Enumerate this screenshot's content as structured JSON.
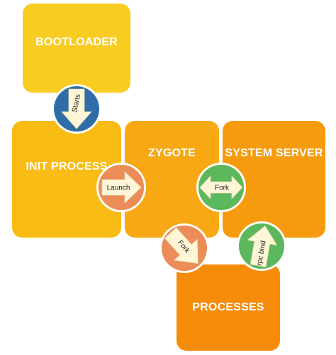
{
  "nodes": {
    "bootloader": {
      "label": "BOOTLOADER",
      "color": "#F9CC22"
    },
    "init_process": {
      "label": "INIT PROCESS",
      "color": "#F9BC14"
    },
    "zygote": {
      "label": "ZYGOTE",
      "color": "#F7A812"
    },
    "system_server": {
      "label": "SYSTEM SERVER",
      "color": "#F79B0E"
    },
    "processes": {
      "label": "PROCESSES",
      "color": "#F78C0A"
    }
  },
  "connectors": {
    "starts": {
      "label": "Starts",
      "color": "#2F6DA8",
      "icon": "arrow-down-icon"
    },
    "launch": {
      "label": "Launch",
      "color": "#EC8C58",
      "icon": "arrow-right-icon"
    },
    "fork_horizontal": {
      "label": "Fork",
      "color": "#5CB85C",
      "icon": "double-arrow-horizontal-icon"
    },
    "fork_down": {
      "label": "Fork",
      "color": "#EC8C58",
      "icon": "arrow-down-right-icon"
    },
    "rpc_bind": {
      "label": "rpc bind",
      "color": "#5CB85C",
      "icon": "arrow-up-icon"
    }
  },
  "colors": {
    "arrow_fill": "#FFF6D8",
    "border": "#ffffff"
  }
}
